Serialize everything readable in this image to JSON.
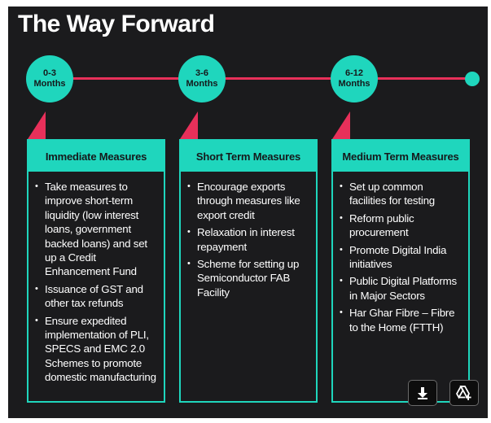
{
  "header": {
    "title": "The Way Forward"
  },
  "timeline": [
    {
      "range": "0-3",
      "unit": "Months"
    },
    {
      "range": "3-6",
      "unit": "Months"
    },
    {
      "range": "6-12",
      "unit": "Months"
    }
  ],
  "cards": [
    {
      "heading": "Immediate Measures",
      "items": [
        "Take measures to improve short-term liquidity (low interest loans, government backed loans) and set up a Credit Enhancement Fund",
        "Issuance of GST and other tax refunds",
        "Ensure expedited implementation of PLI, SPECS and EMC 2.0 Schemes to promote domestic manufacturing"
      ]
    },
    {
      "heading": "Short Term Measures",
      "items": [
        "Encourage exports through measures like export credit",
        "Relaxation in interest repayment",
        "Scheme for setting up Semiconductor FAB Facility"
      ]
    },
    {
      "heading": "Medium Term Measures",
      "items": [
        "Set up common facilities for testing",
        "Reform public procurement",
        "Promote Digital India initiatives",
        "Public Digital Platforms in Major Sectors",
        "Har Ghar Fibre – Fibre to the Home (FTTH)"
      ]
    }
  ],
  "colors": {
    "accent": "#1fd6bd",
    "line": "#e8305a",
    "background": "#1b1b1d"
  },
  "toolbar": {
    "download_icon": "download-icon",
    "drive_icon": "google-drive-add-icon"
  }
}
